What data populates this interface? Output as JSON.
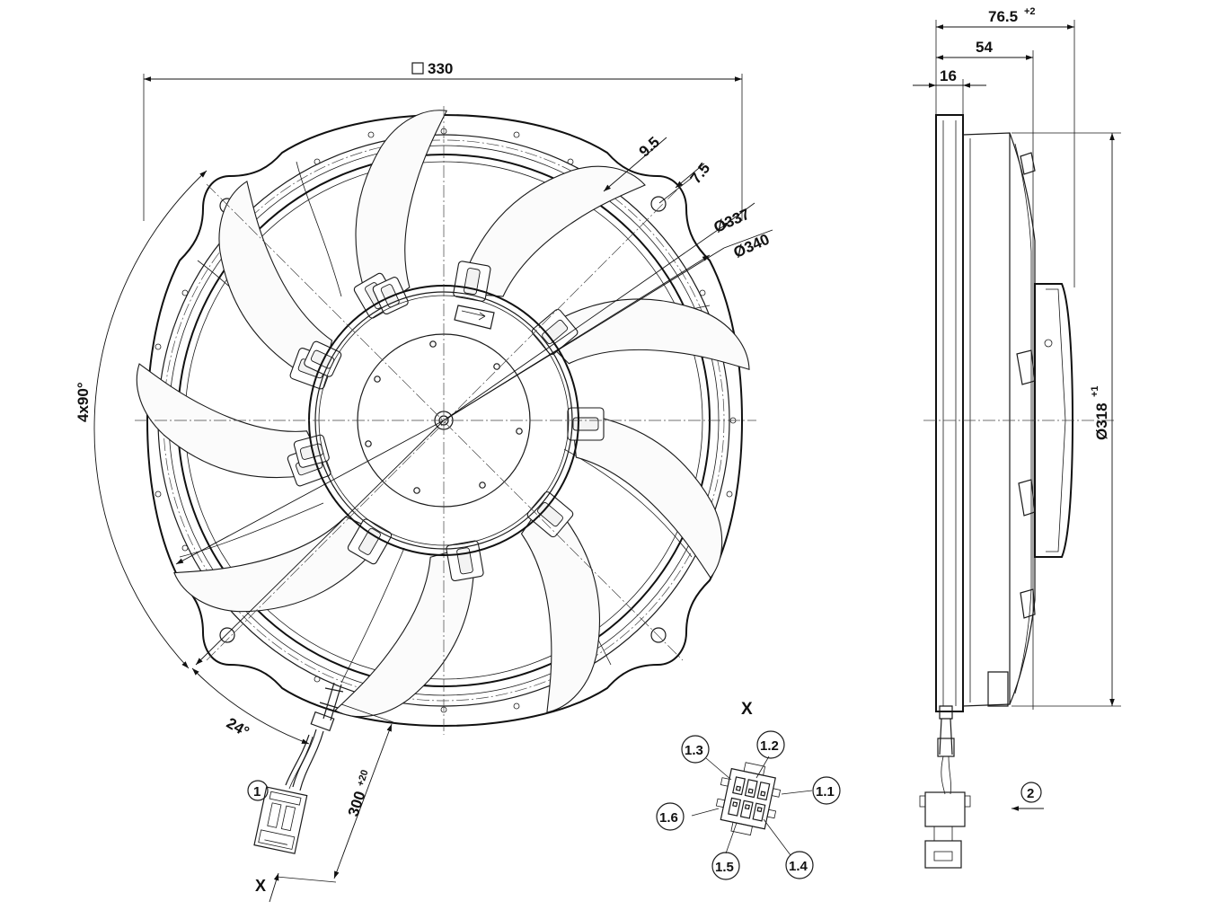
{
  "front_view": {
    "dim_square": "330",
    "dim_offset_outer": "9.5",
    "dim_offset_inner": "7.5",
    "dim_diameter_337": "Ø337",
    "dim_diameter_340": "Ø340",
    "dim_hole_pattern": "4x90°",
    "dim_angle": "24°",
    "dim_cable_length": "300",
    "dim_cable_tol": "+20",
    "callout_connector": "1",
    "view_marker": "X"
  },
  "connector_detail": {
    "title": "X",
    "pins": [
      "1.1",
      "1.2",
      "1.3",
      "1.4",
      "1.5",
      "1.6"
    ]
  },
  "side_view": {
    "dim_depth_total": "76.5",
    "dim_depth_total_tol": "+2",
    "dim_depth_54": "54",
    "dim_depth_16": "16",
    "dim_diameter": "Ø318",
    "dim_diameter_tol": "+1",
    "callout_airflow": "2"
  }
}
